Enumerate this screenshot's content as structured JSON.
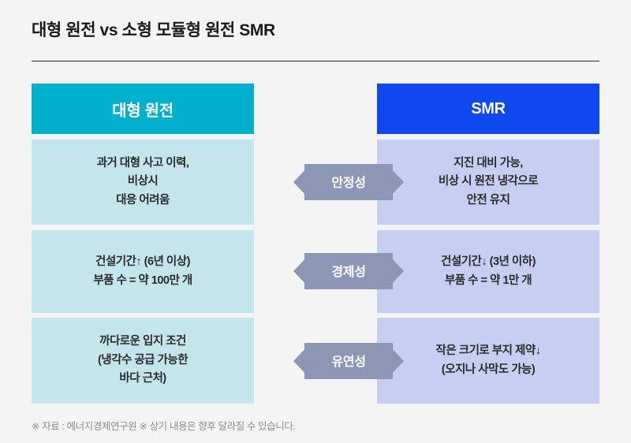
{
  "header": {
    "title": "대형 원전 vs 소형 모듈형 원전 SMR"
  },
  "columns": {
    "left": {
      "label": "대형 원전",
      "accent_color": "#00b0cc",
      "cell_color": "#c5e5ed"
    },
    "right": {
      "label": "SMR",
      "accent_color": "#1149f0",
      "cell_color": "#c6cff1"
    }
  },
  "badge_color": "#8b97b4",
  "rows": [
    {
      "criterion": "안정성",
      "left_lines": [
        "과거 대형 사고 이력,",
        "비상시",
        "대응 어려움"
      ],
      "right_lines": [
        "지진 대비 가능,",
        "비상 시 원전 냉각으로",
        "안전 유지"
      ]
    },
    {
      "criterion": "경제성",
      "left_lines": [
        "건설기간↑ (6년 이상)",
        "부품 수 = 약 100만 개"
      ],
      "right_lines": [
        "건설기간↓ (3년 이하)",
        "부품 수 = 약 1만 개"
      ]
    },
    {
      "criterion": "유연성",
      "left_lines": [
        "까다로운 입지 조건",
        "(냉각수 공급 가능한",
        "바다 근처)"
      ],
      "right_lines": [
        "작은 크기로 부지 제약↓",
        "(오지나 사막도 가능)"
      ]
    }
  ],
  "footer": {
    "note": "※ 자료 : 에너지경제연구원 ※ 상기 내용은 향후 달라질 수 있습니다."
  }
}
